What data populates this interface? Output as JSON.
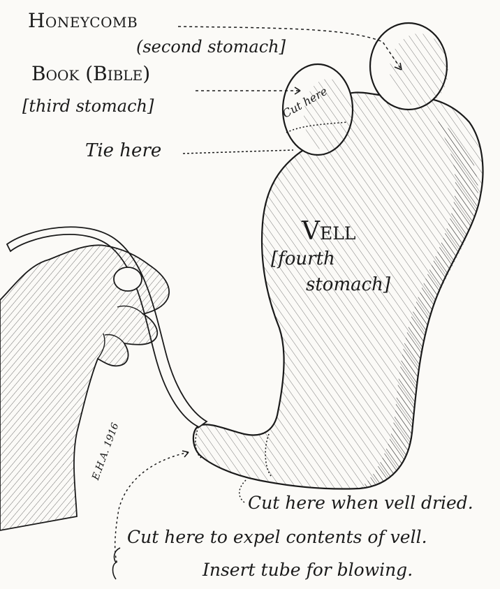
{
  "labels": {
    "honeycomb": "Honeycomb",
    "honeycomb_note": "(second stomach]",
    "book": "Book (Bible)",
    "book_note": "[third stomach]",
    "cut_here_top": "Cut here",
    "tie_here": "Tie here",
    "vell": "Vell",
    "vell_note_1": "[fourth",
    "vell_note_2": "stomach]",
    "cut_dried": "Cut here when vell dried.",
    "cut_expel": "Cut here to expel contents of vell.",
    "insert_tube": "Insert tube for blowing.",
    "signature": "E.H.A. 1916"
  }
}
